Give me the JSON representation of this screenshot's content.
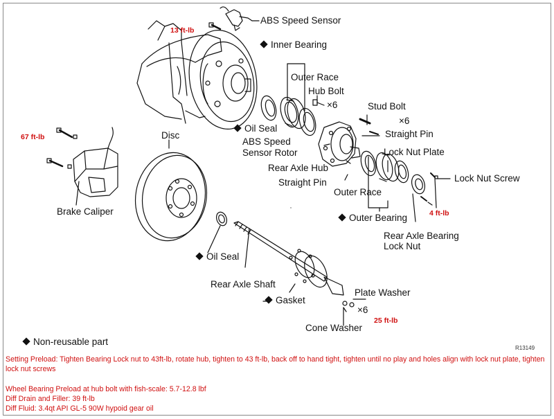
{
  "labels": {
    "abs_speed_sensor": "ABS Speed Sensor",
    "inner_bearing": "Inner Bearing",
    "outer_race_1": "Outer Race",
    "hub_bolt": "Hub Bolt",
    "x6_hub": "×6",
    "oil_seal_1": "Oil Seal",
    "stud_bolt": "Stud Bolt",
    "x6_stud": "×6",
    "straight_pin_1": "Straight Pin",
    "abs_rotor_line1": "ABS Speed",
    "abs_rotor_line2": "Sensor Rotor",
    "lock_nut_plate": "Lock Nut Plate",
    "rear_axle_hub": "Rear Axle Hub",
    "lock_nut_screw": "Lock Nut Screw",
    "straight_pin_2": "Straight Pin",
    "outer_race_2": "Outer Race",
    "disc": "Disc",
    "brake_caliper": "Brake Caliper",
    "outer_bearing": "Outer Bearing",
    "rear_lock_nut_line1": "Rear Axle Bearing",
    "rear_lock_nut_line2": "Lock Nut",
    "oil_seal_2": "Oil Seal",
    "rear_axle_shaft": "Rear Axle Shaft",
    "gasket": "Gasket",
    "plate_washer": "Plate Washer",
    "x6_plate": "×6",
    "cone_washer": "Cone Washer",
    "legend_nonreusable": "Non-reusable part",
    "figure_ref": "R13149"
  },
  "torques": {
    "sensor": "13 ft-lb",
    "caliper": "67 ft-lb",
    "lock_nut_screw": "4 ft-lb",
    "axle_nuts": "25 ft-lb"
  },
  "notes": {
    "preload": "Setting Preload: Tighten Bearing Lock nut to 43ft-lb, rotate hub, tighten to 43 ft-lb, back off to hand tight, tighten until no play and holes align with lock nut plate, tighten lock nut screws",
    "wheel_preload": "Wheel Bearing Preload at hub bolt with fish-scale:  5.7-12.8 lbf",
    "diff_drain": "Diff Drain and Filler: 39 ft-lb",
    "diff_fluid": "Diff Fluid: 3.4qt API GL-5 90W hypoid gear oil"
  }
}
